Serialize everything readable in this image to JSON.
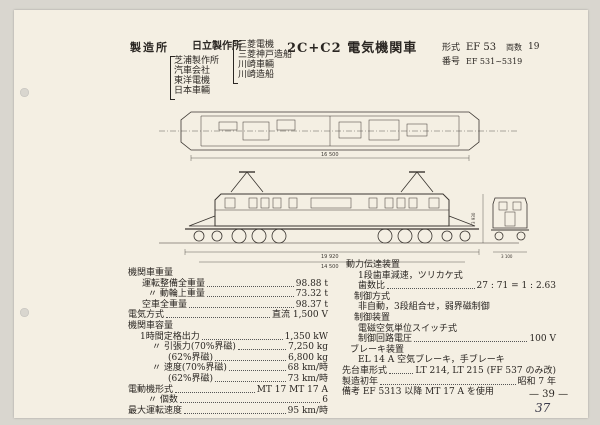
{
  "header": {
    "manufacturers_label": "製造所",
    "builders_left": [
      "日立製作所"
    ],
    "builders_mid": [
      "芝浦製作所",
      "汽車会社",
      "東洋電機",
      "日本車輛"
    ],
    "builders_right": [
      "三菱電機",
      "三菱神戸造船",
      "川崎車輛",
      "川崎造船"
    ],
    "title": "2C+C2 電気機関車",
    "form_label": "形式",
    "form_value": "EF 53",
    "count_label": "両数",
    "count_value": "19",
    "number_label": "番号",
    "number_value": "EF 531~5319"
  },
  "drawing": {
    "total_length": "19 920",
    "length_over_body": "16 500",
    "frame_length": "14 500",
    "end_width": "3 100",
    "end_height": "3 930"
  },
  "specs_left": [
    {
      "label": "機関車重量",
      "value": ""
    },
    {
      "label": "運転整備全重量",
      "value": "98.88 t"
    },
    {
      "label": "〃 動輪上重量",
      "value": "73.32 t"
    },
    {
      "label": "空車全重量",
      "value": "98.37 t"
    },
    {
      "label": "電気方式",
      "value": "直流 1,500 V"
    },
    {
      "label": "機関車容量",
      "value": ""
    },
    {
      "label": "1時間定格出力",
      "value": "1,350 kW"
    },
    {
      "label": "〃 引張力(70%界磁)",
      "value": "7,250 kg"
    },
    {
      "label": "(62%界磁)",
      "value": "6,800 kg"
    },
    {
      "label": "〃 速度(70%界磁)",
      "value": "68 km/時"
    },
    {
      "label": "(62%界磁)",
      "value": "73 km/時"
    },
    {
      "label": "電動機形式",
      "value": "MT 17    MT 17 A"
    },
    {
      "label": "〃 個数",
      "value": "6"
    },
    {
      "label": "最大運転速度",
      "value": "95 km/時"
    }
  ],
  "specs_right": [
    {
      "label": "動力伝達装置",
      "value": ""
    },
    {
      "label": "1段歯車減速，ツリカケ式",
      "value": ""
    },
    {
      "label": "歯数比",
      "value": "27 : 71 = 1 : 2.63"
    },
    {
      "label": "制御方式",
      "value": ""
    },
    {
      "label": "非自動，3段組合せ，弱界磁制御",
      "value": ""
    },
    {
      "label": "制御装置",
      "value": ""
    },
    {
      "label": "電磁空気単位スイッチ式",
      "value": ""
    },
    {
      "label": "制御回路電圧",
      "value": "100 V"
    },
    {
      "label": "ブレーキ装置",
      "value": ""
    },
    {
      "label": "EL 14 A 空気ブレーキ，手ブレーキ",
      "value": ""
    },
    {
      "label": "先台車形式",
      "value": "LT 214, LT 215 (FF 537 のみ改)"
    },
    {
      "label": "製造初年",
      "value": "昭和 7 年"
    },
    {
      "label": "備考 EF 5313 以降 MT 17 A を使用",
      "value": ""
    }
  ],
  "page": {
    "number": "— 39 —",
    "handwritten": "37"
  }
}
